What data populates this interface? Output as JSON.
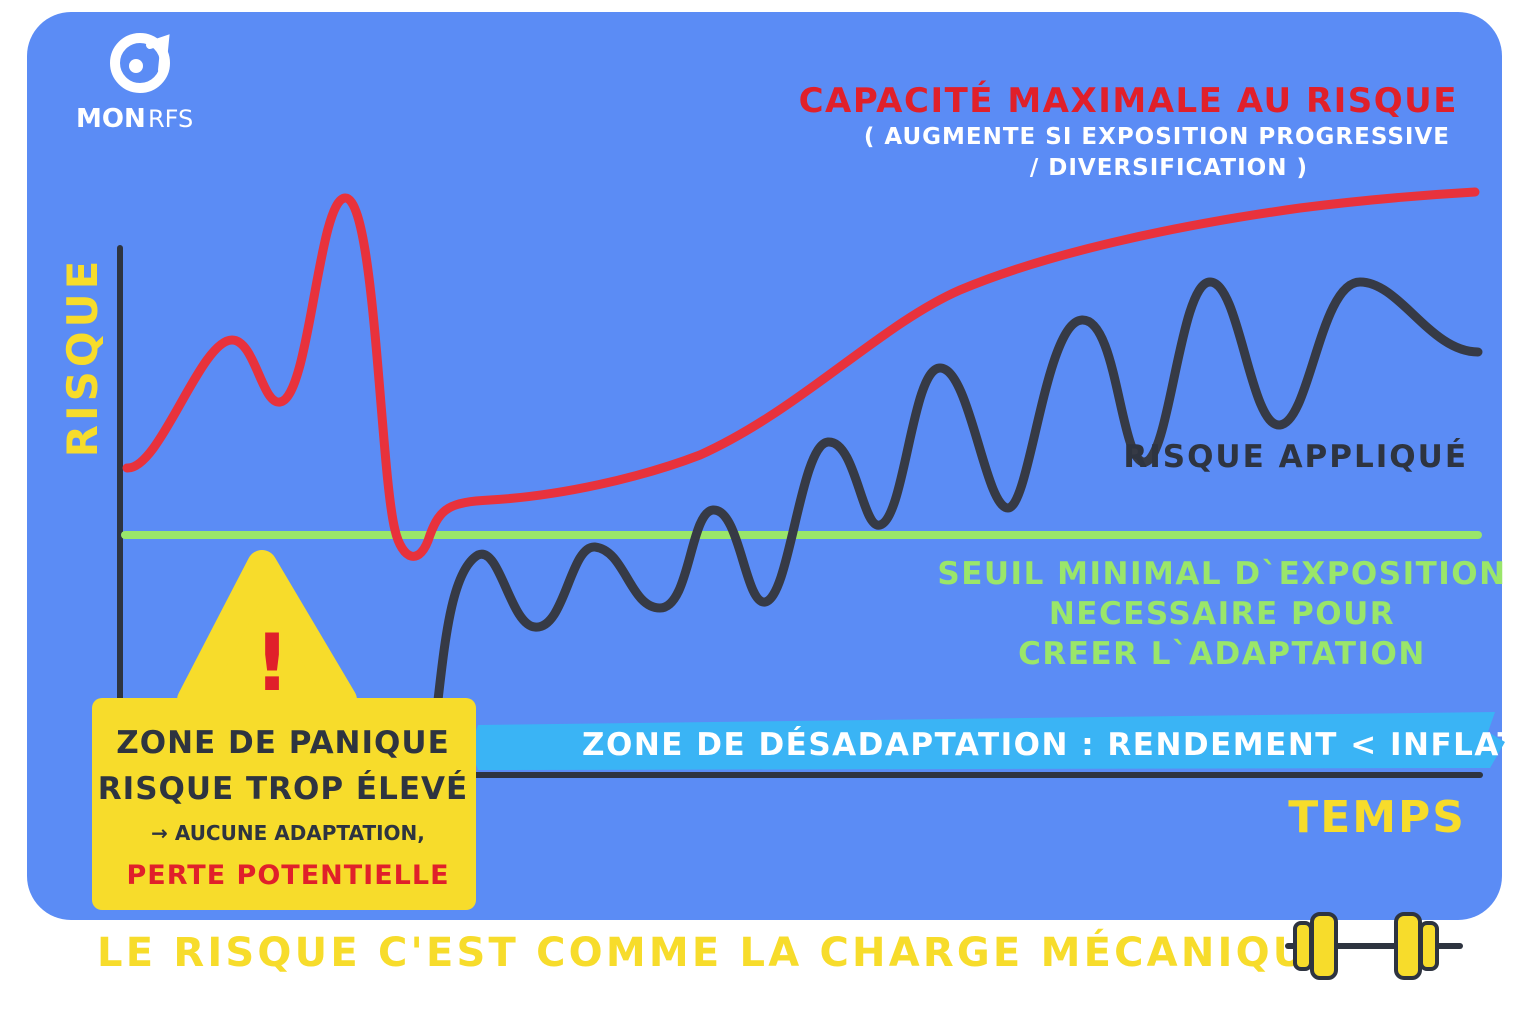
{
  "logo": {
    "brand_bold": "MON",
    "brand_light": "RFS"
  },
  "axes": {
    "y_label": "RISQUE",
    "x_label": "TEMPS"
  },
  "max_capacity": {
    "title": "CAPACITÉ MAXIMALE AU RISQUE",
    "subtitle_line1": "( AUGMENTE SI EXPOSITION PROGRESSIVE",
    "subtitle_line2": "/ DIVERSIFICATION )"
  },
  "applied_risk": {
    "label": "RISQUE APPLIQUÉ"
  },
  "threshold": {
    "line1": "SEUIL MINIMAL D`EXPOSITION",
    "line2": "NECESSAIRE POUR",
    "line3": "CREER L`ADAPTATION"
  },
  "maladaptation": {
    "label": "ZONE DE DÉSADAPTATION : RENDEMENT < INFLATION"
  },
  "panic": {
    "icon_glyph": "!",
    "line1": "ZONE DE PANIQUE",
    "line2": "RISQUE TROP ÉLEVÉ",
    "line3": "→ AUCUNE ADAPTATION,",
    "line4": "PERTE POTENTIELLE"
  },
  "footer": {
    "title": "LE RISQUE C'EST COMME LA CHARGE MÉCANIQUE"
  },
  "icons": {
    "logo": "monrfs-logo-icon",
    "warning": "warning-triangle-icon",
    "barbell": "barbell-icon"
  },
  "colors": {
    "background": "#5b8cf5",
    "max_capacity": "#e8323c",
    "applied_risk": "#363a45",
    "threshold": "#9ae66a",
    "maladaptation_band": "#3ab4f5",
    "accent_yellow": "#f7dc2b"
  }
}
